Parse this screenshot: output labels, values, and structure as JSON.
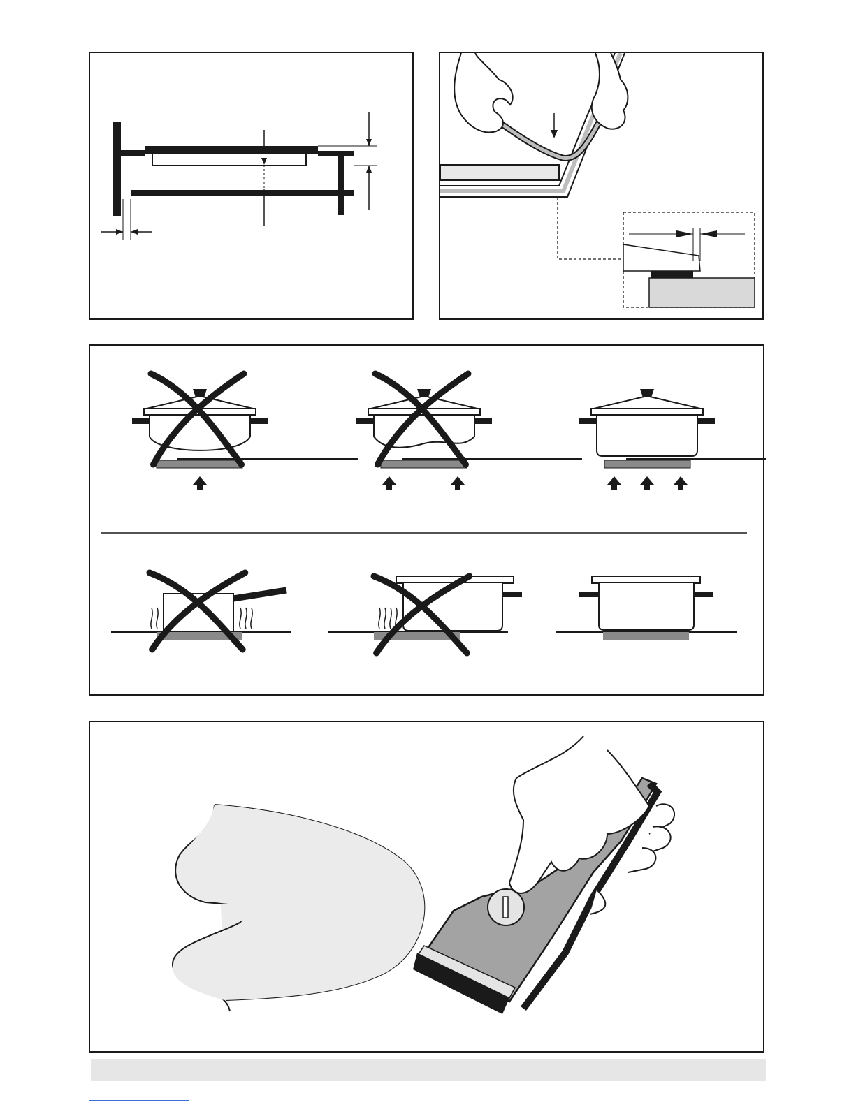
{
  "figure": {
    "panels": [
      {
        "id": "installation-clearance",
        "text": []
      },
      {
        "id": "seal-application",
        "text": []
      },
      {
        "id": "pan-suitability",
        "text": []
      },
      {
        "id": "scraper-cleaning",
        "text": []
      }
    ]
  },
  "colors": {
    "line": "#1a1a1a",
    "hob_plate": "#8a8a8a",
    "seal_grey": "#bdbdbd",
    "counter_grey": "#d9d9d9",
    "footer_bar": "#e6e6e6",
    "footer_link": "#3b6fd6"
  },
  "icons": [
    "hand-icon",
    "seal-strip-icon",
    "pan-icon",
    "wrong-x-icon",
    "heat-arrow-icon",
    "scraper-icon",
    "spill-icon"
  ]
}
